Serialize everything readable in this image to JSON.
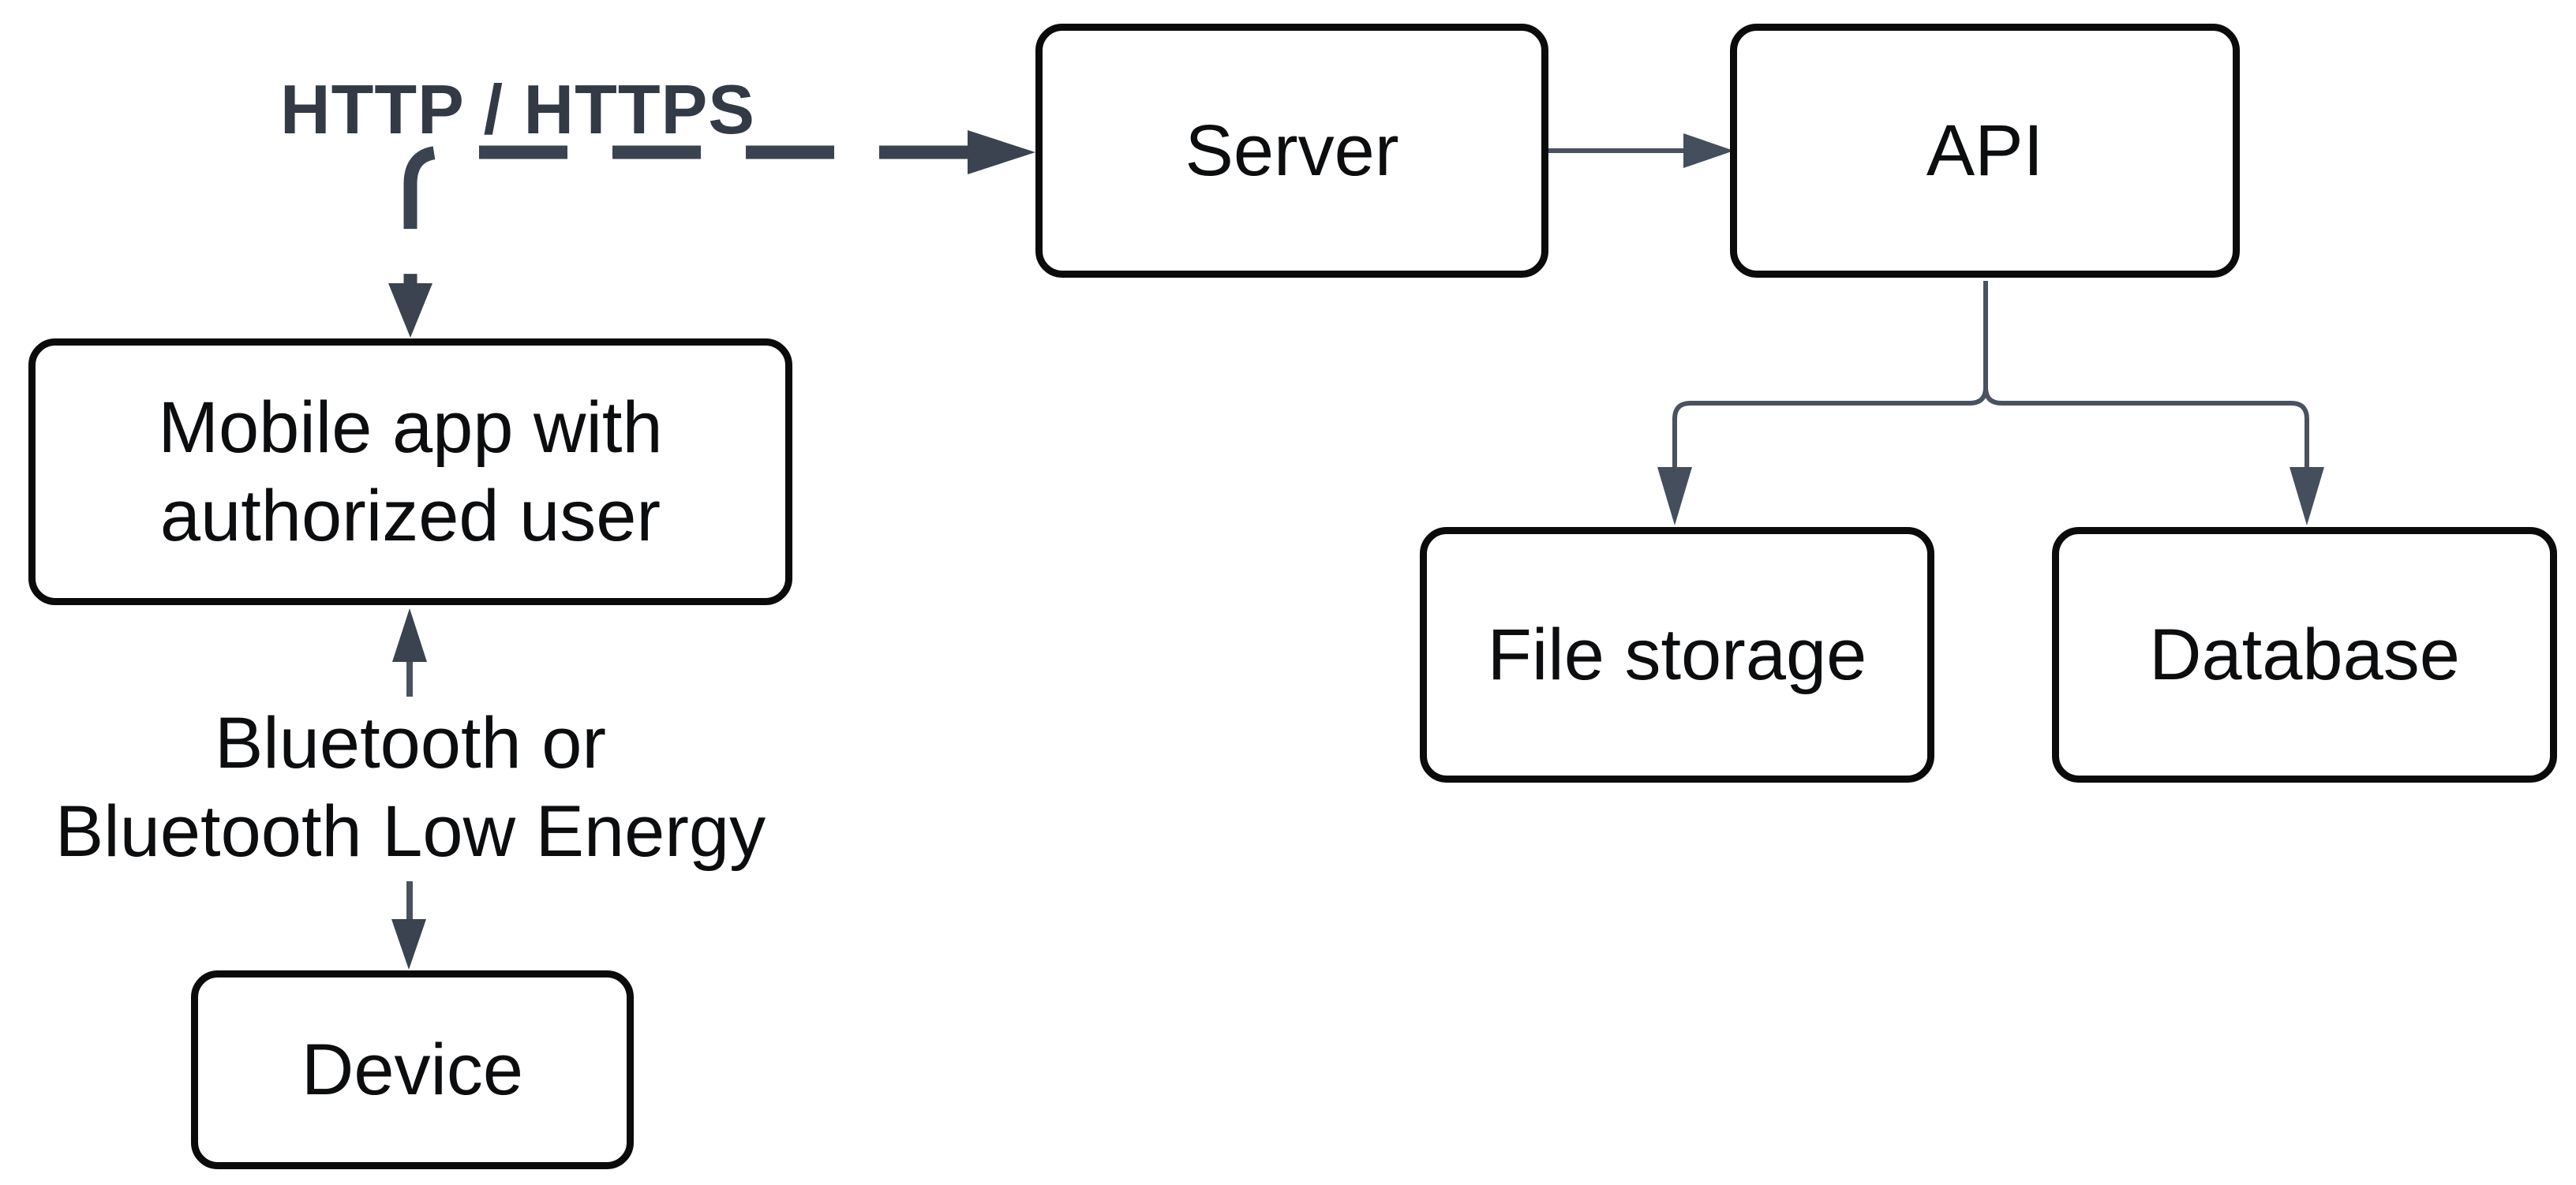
{
  "nodes": {
    "mobile_app": {
      "label": "Mobile app with authorized user"
    },
    "server": {
      "label": "Server"
    },
    "api": {
      "label": "API"
    },
    "file_storage": {
      "label": "File storage"
    },
    "database": {
      "label": "Database"
    },
    "device": {
      "label": "Device"
    }
  },
  "connections": {
    "http_label": "HTTP / HTTPS",
    "bluetooth_label_line1": "Bluetooth or",
    "bluetooth_label_line2": "Bluetooth Low Energy"
  },
  "colors": {
    "background": "#ffffff",
    "box_border": "#0b0b0c",
    "box_fill": "#ffffff",
    "node_text": "#0c0d0f",
    "connector_thin": "#4a5260",
    "connector_thick": "#3b4350",
    "arrow_small": "#454e5c",
    "http_label_text": "#333a46"
  }
}
